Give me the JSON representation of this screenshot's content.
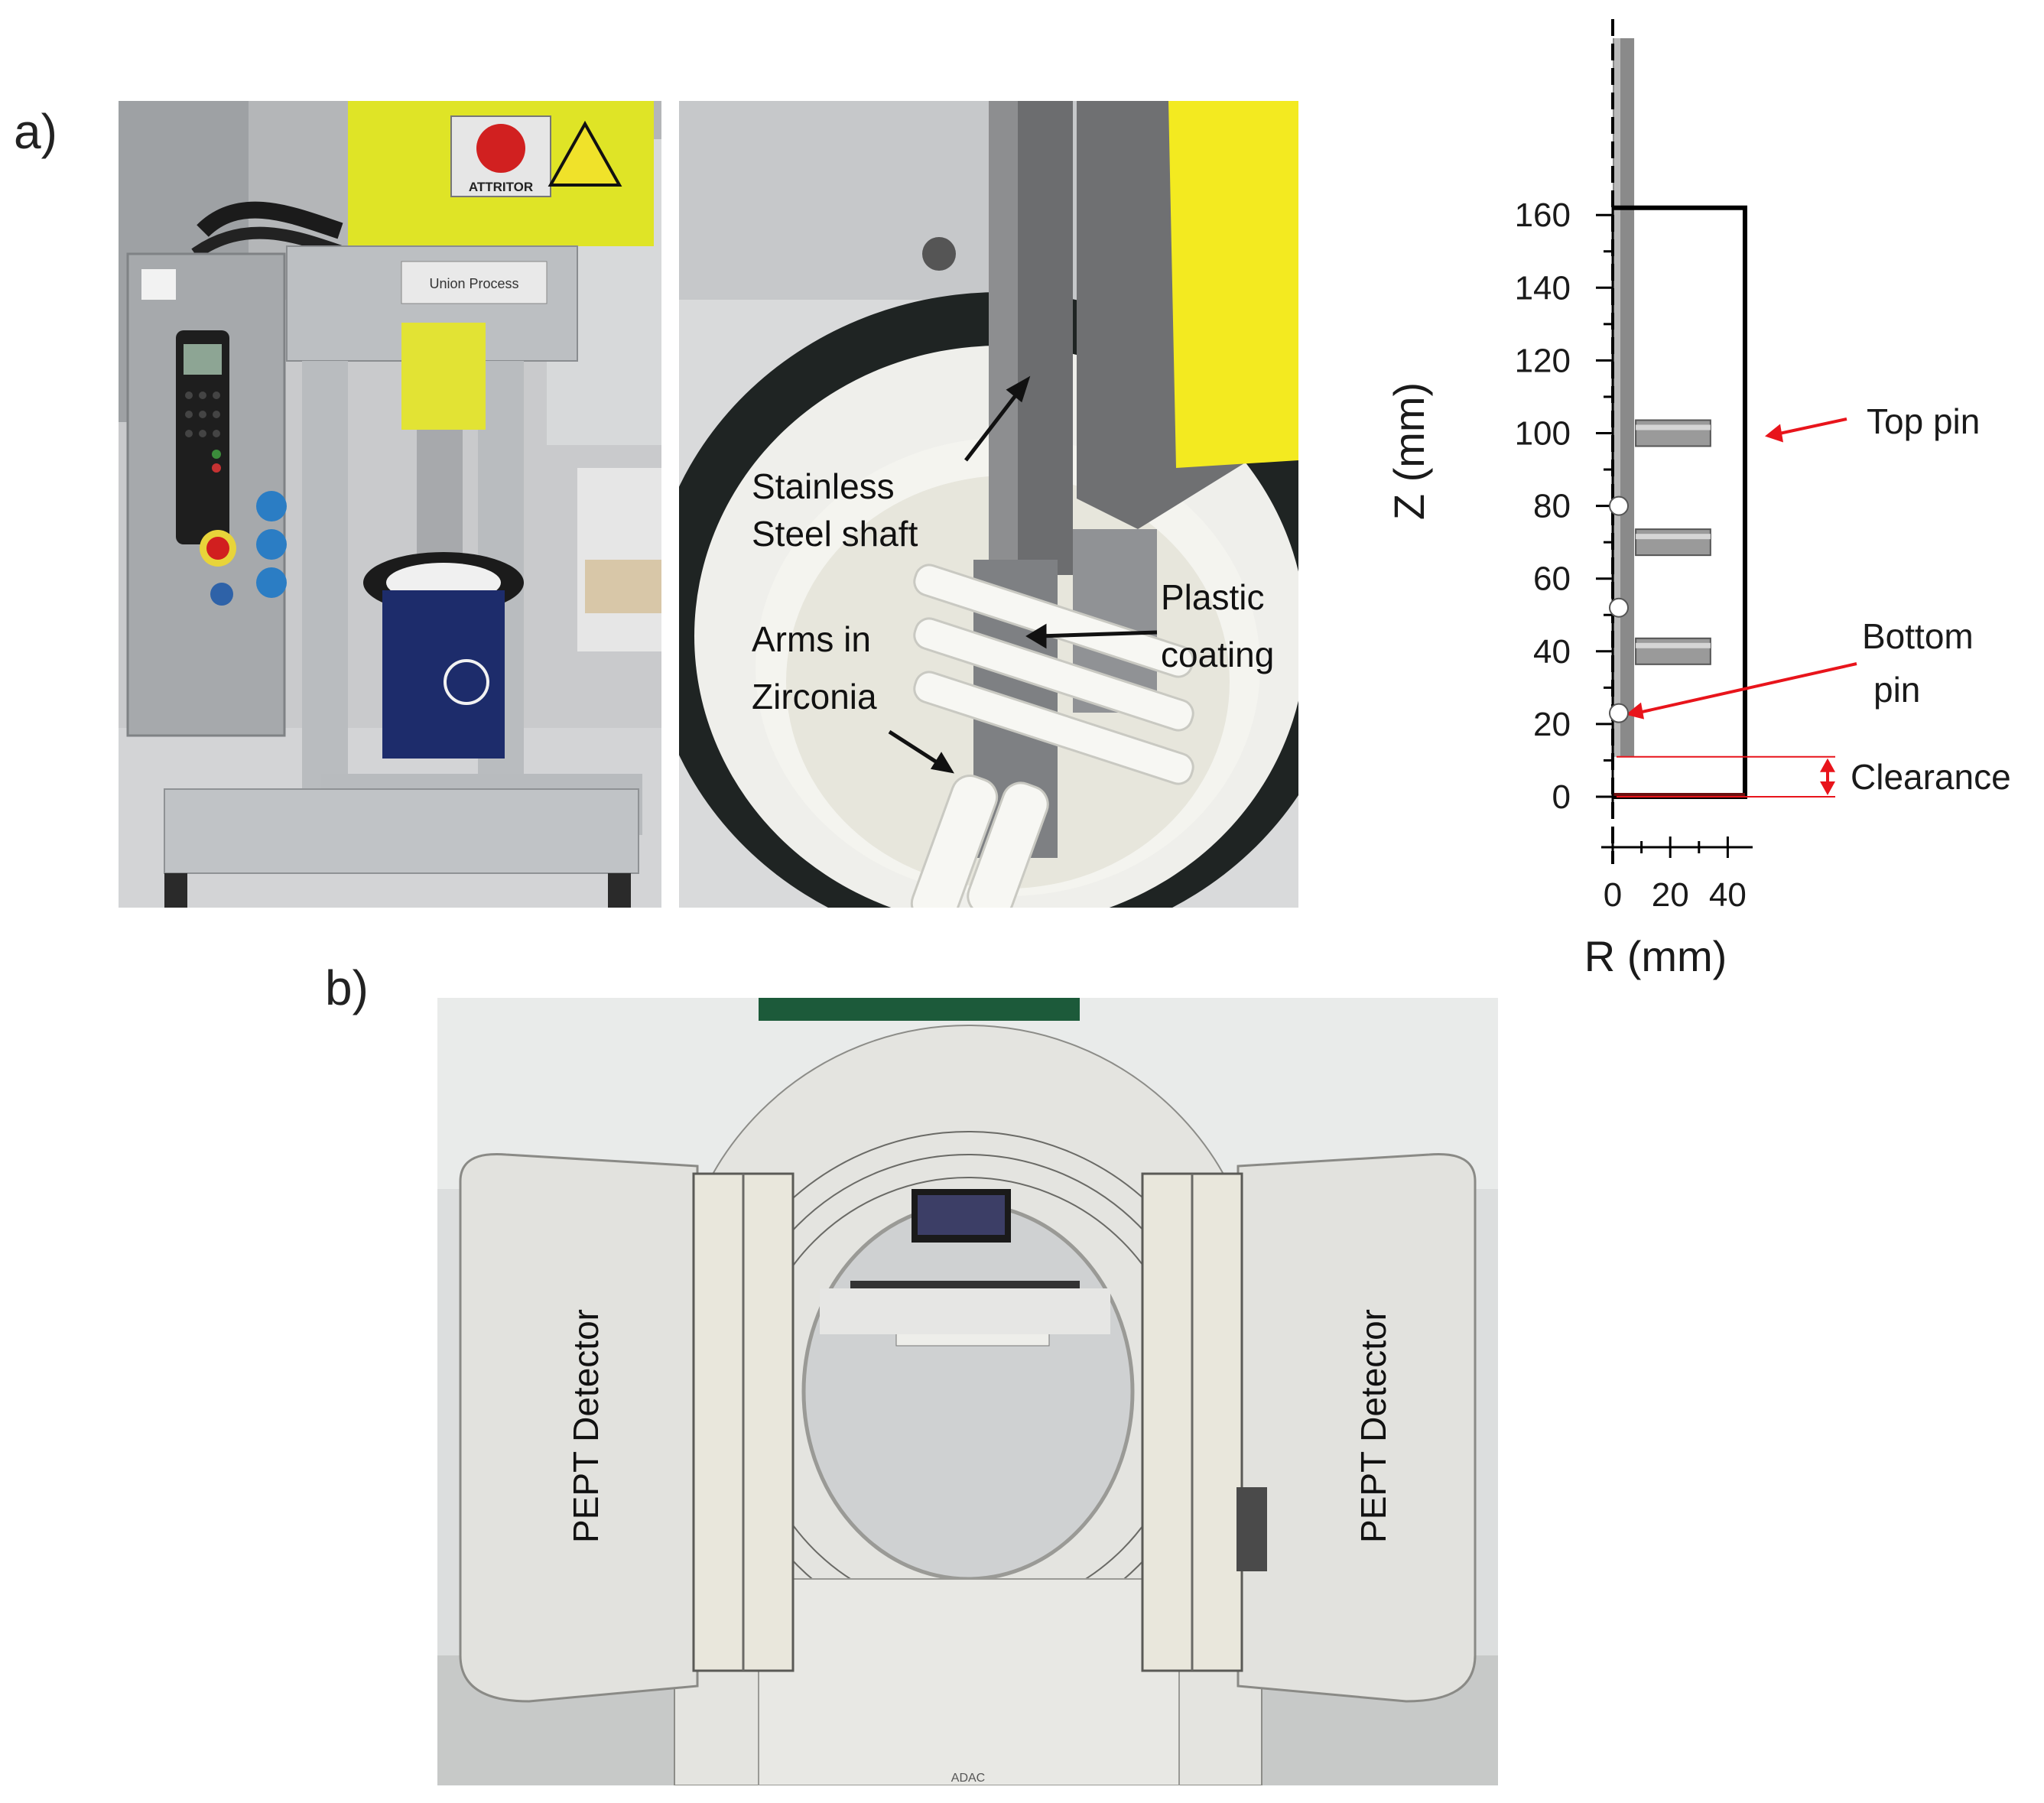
{
  "panels": {
    "a_label": "a)",
    "b_label": "b)"
  },
  "photo_machine": {
    "logo_brand": "ATTRITOR",
    "logo_maker": "Union Process"
  },
  "photo_vessel": {
    "annotations": {
      "shaft": [
        "Stainless",
        "Steel shaft"
      ],
      "coating": [
        "Plastic",
        "coating"
      ],
      "arms": [
        "Arms in",
        "Zirconia"
      ]
    }
  },
  "schematic": {
    "ylabel": "Z (mm)",
    "xlabel": "R (mm)",
    "y_ticks": [
      "0",
      "20",
      "40",
      "60",
      "80",
      "100",
      "120",
      "140",
      "160"
    ],
    "x_ticks": [
      "0",
      "20",
      "40"
    ],
    "y_range": [
      0,
      162
    ],
    "x_range": [
      0,
      46
    ],
    "pins_z_mm": [
      40,
      70,
      100
    ],
    "pin_length_r_mm": 34,
    "clearance_mm": 11,
    "labels": {
      "top_pin": "Top pin",
      "bottom_pin": [
        "Bottom",
        "pin"
      ],
      "clearance": "Clearance"
    },
    "colors": {
      "arrow": "#e8141b",
      "shaft": "#8a8a8a",
      "outline": "#000000"
    }
  },
  "photo_pept": {
    "detector_left": "PEPT Detector",
    "detector_right": "PEPT Detector",
    "base_label": "ADAC"
  }
}
